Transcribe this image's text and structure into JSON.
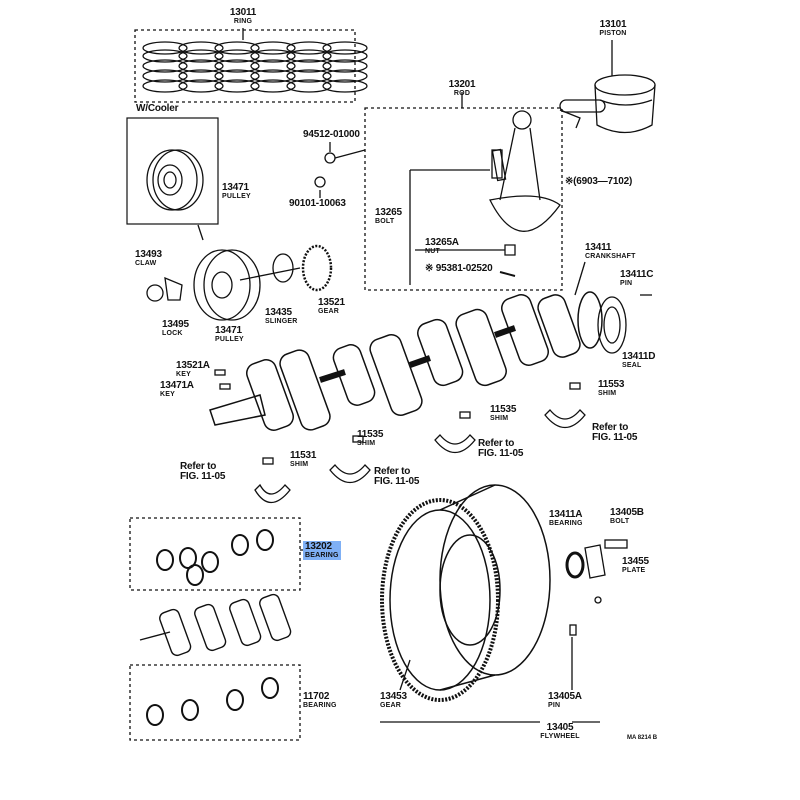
{
  "diagram": {
    "highlight_color": "#7fb0f5",
    "labels": [
      {
        "part": "13011",
        "name": "RING"
      },
      {
        "part": "13101",
        "name": "PISTON"
      },
      {
        "part": "W/Cooler",
        "name": ""
      },
      {
        "part": "13201",
        "name": "ROD"
      },
      {
        "part": "94512-01000",
        "name": ""
      },
      {
        "part": "90101-10063",
        "name": ""
      },
      {
        "part": "13471",
        "name": "PULLEY"
      },
      {
        "part": "13265",
        "name": "BOLT"
      },
      {
        "part": "※(6903—7102)",
        "name": ""
      },
      {
        "part": "13265A",
        "name": "NUT"
      },
      {
        "part": "※ 95381-02520",
        "name": ""
      },
      {
        "part": "13411",
        "name": "CRANKSHAFT"
      },
      {
        "part": "13411C",
        "name": "PIN"
      },
      {
        "part": "13493",
        "name": "CLAW"
      },
      {
        "part": "13471",
        "name": "PULLEY"
      },
      {
        "part": "13435",
        "name": "SLINGER"
      },
      {
        "part": "13521",
        "name": "GEAR"
      },
      {
        "part": "13495",
        "name": "LOCK"
      },
      {
        "part": "13411D",
        "name": "SEAL"
      },
      {
        "part": "13521A",
        "name": "KEY"
      },
      {
        "part": "13471A",
        "name": "KEY"
      },
      {
        "part": "11553",
        "name": "SHIM"
      },
      {
        "part": "11535",
        "name": "SHIM"
      },
      {
        "part": "Refer to",
        "name": "FIG. 11-05"
      },
      {
        "part": "11535",
        "name": "SHIM"
      },
      {
        "part": "Refer to",
        "name": "FIG. 11-05"
      },
      {
        "part": "11531",
        "name": "SHIM"
      },
      {
        "part": "Refer to",
        "name": "FIG. 11-05"
      },
      {
        "part": "Refer to",
        "name": "FIG. 11-05"
      },
      {
        "part": "13202",
        "name": "BEARING"
      },
      {
        "part": "13411A",
        "name": "BEARING"
      },
      {
        "part": "13405B",
        "name": "BOLT"
      },
      {
        "part": "13455",
        "name": "PLATE"
      },
      {
        "part": "11702",
        "name": "BEARING"
      },
      {
        "part": "13453",
        "name": "GEAR"
      },
      {
        "part": "13405A",
        "name": "PIN"
      },
      {
        "part": "13405",
        "name": "FLYWHEEL"
      }
    ],
    "drawing_code": "MA 8214 B"
  }
}
